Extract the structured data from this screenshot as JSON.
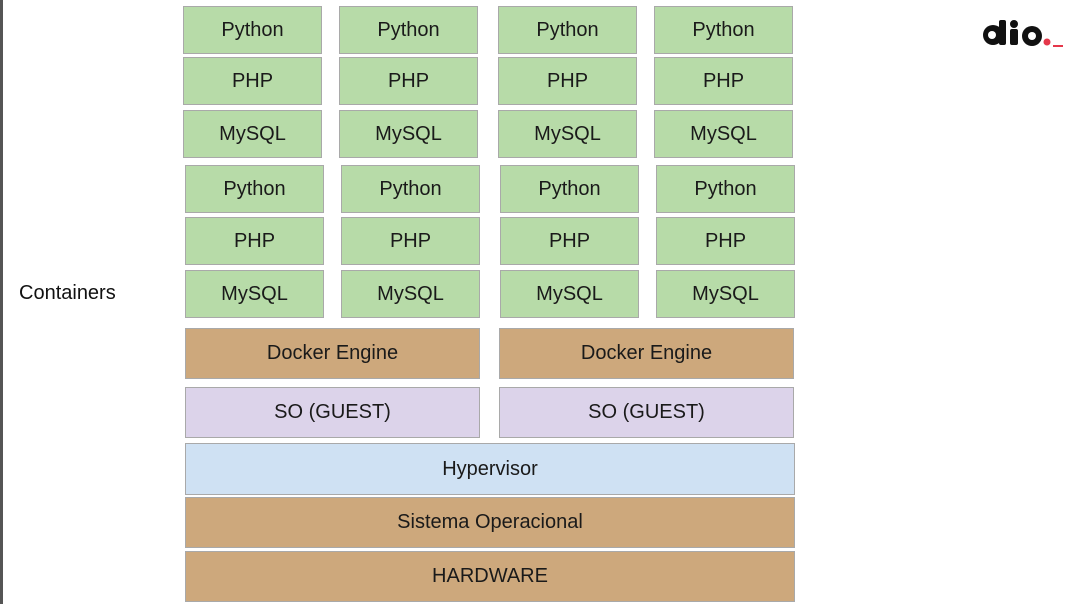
{
  "side_label": "Containers",
  "containers": [
    {
      "python": "Python",
      "php": "PHP",
      "mysql": "MySQL"
    },
    {
      "python": "Python",
      "php": "PHP",
      "mysql": "MySQL"
    },
    {
      "python": "Python",
      "php": "PHP",
      "mysql": "MySQL"
    },
    {
      "python": "Python",
      "php": "PHP",
      "mysql": "MySQL"
    },
    {
      "python": "Python",
      "php": "PHP",
      "mysql": "MySQL"
    },
    {
      "python": "Python",
      "php": "PHP",
      "mysql": "MySQL"
    },
    {
      "python": "Python",
      "php": "PHP",
      "mysql": "MySQL"
    },
    {
      "python": "Python",
      "php": "PHP",
      "mysql": "MySQL"
    }
  ],
  "engines": [
    "Docker Engine",
    "Docker Engine"
  ],
  "guests": [
    "SO (GUEST)",
    "SO (GUEST)"
  ],
  "hypervisor": "Hypervisor",
  "host_os": "Sistema Operacional",
  "hardware": "HARDWARE",
  "logo": {
    "text": "dio",
    "accent_color": "#e5374a"
  },
  "colors": {
    "container": "#b7dba8",
    "engine": "#cda87c",
    "guest": "#dcd3ea",
    "hypervisor": "#cfe1f3"
  }
}
